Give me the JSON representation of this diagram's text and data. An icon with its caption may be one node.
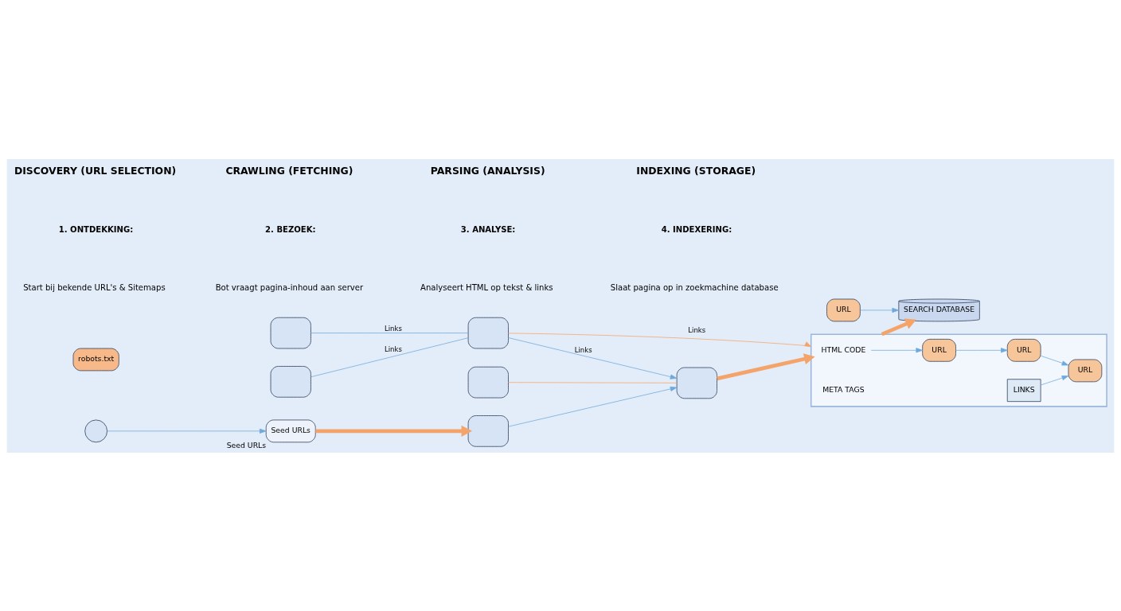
{
  "diagram": {
    "nodes": [
      {
        "text": [
          "Seed URLs"
        ],
        "beside": [
          "Seed URLs"
        ]
      },
      {
        "text": [],
        "shape": "box"
      },
      {
        "text": [],
        "shape": "box"
      },
      {
        "text": [
          "robots.txt"
        ]
      },
      {
        "text": [],
        "shape": "box"
      },
      {
        "text": [
          "HTML CODE"
        ],
        "in": 4
      },
      {
        "text": [
          "META TAGS"
        ],
        "in": 4
      },
      {
        "text": [
          "LINKS"
        ],
        "in": 4
      },
      {
        "text": [
          "URL"
        ],
        "in": 4
      },
      {
        "text": [
          "URL"
        ],
        "in": 4
      },
      {
        "text": [
          "URL"
        ],
        "in": 4
      },
      {
        "text": [
          "URL"
        ]
      },
      {
        "text": [
          "SEARCH DATABASE"
        ]
      },
      {
        "text": [],
        "shape": "box"
      },
      {
        "text": [],
        "shape": "box"
      },
      {
        "text": [],
        "shape": "box"
      },
      {
        "text": [],
        "shape": "circle"
      },
      {
        "text": [],
        "shape": "box"
      }
    ],
    "edges": [
      {
        "from": 16,
        "to": 0,
        "arrow": "to"
      },
      {
        "from": 0,
        "to": 1,
        "arrow": "to",
        "style": "thick",
        "color": "#f4a46a"
      },
      {
        "from": 1,
        "to": 2,
        "arrow": "to"
      },
      {
        "from": 17,
        "to": 2,
        "arrow": "none",
        "color": "#f4a46a"
      },
      {
        "from": 2,
        "to": 4,
        "arrow": "to",
        "style": "thick",
        "color": "#f4a46a"
      },
      {
        "from": 5,
        "to": 8,
        "arrow": "to"
      },
      {
        "from": 8,
        "to": 9,
        "arrow": "to"
      },
      {
        "from": 9,
        "to": 10,
        "arrow": "to"
      },
      {
        "from": 7,
        "to": 10,
        "arrow": "to"
      },
      {
        "from": 4,
        "to": 12,
        "arrow": "to",
        "style": "thick",
        "color": "#f4a46a"
      },
      {
        "from": 11,
        "to": 12,
        "arrow": "to"
      },
      {
        "from": 14,
        "to": 13,
        "arrow": "none",
        "label": "Links"
      },
      {
        "from": 13,
        "to": 2,
        "arrow": "to",
        "label": "Links"
      },
      {
        "from": 13,
        "to": 4,
        "arrow": "to",
        "label": "Links",
        "color": "#f4a46a"
      },
      {
        "from": 15,
        "to": 13,
        "arrow": "none",
        "label": "Links"
      }
    ],
    "labels": [
      "DISCOVERY (URL SELECTION)",
      "1. ONTDEKKING:",
      "Start bij bekende URL's & Sitemaps",
      "CRAWLING (FETCHING)",
      "2. BEZOEK:",
      "Bot vraagt pagina-inhoud aan server",
      "PARSING (ANALYSIS)",
      "3. ANALYSE:",
      "Analyseert HTML op tekst & links",
      "INDEXING (STORAGE)",
      "4. INDEXERING:",
      "Slaat pagina op in zoekmachine database"
    ]
  }
}
